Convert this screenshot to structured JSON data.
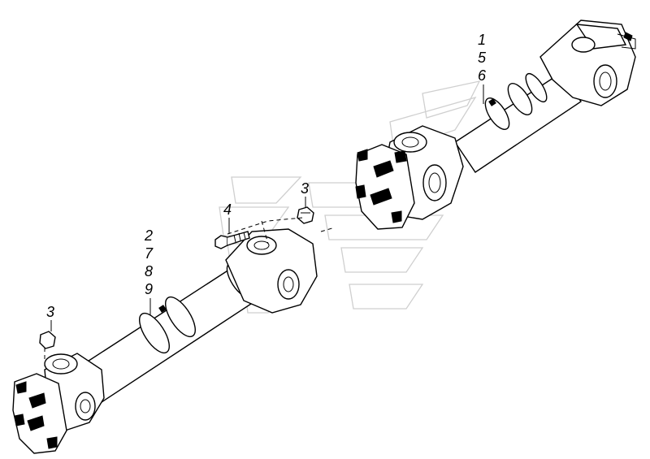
{
  "diagram": {
    "callouts": {
      "upper_shaft": [
        "1",
        "5",
        "6"
      ],
      "lower_shaft": [
        "2",
        "7",
        "8",
        "9"
      ],
      "nut_upper": "3",
      "bolt": "4",
      "nut_lower": "3"
    }
  }
}
